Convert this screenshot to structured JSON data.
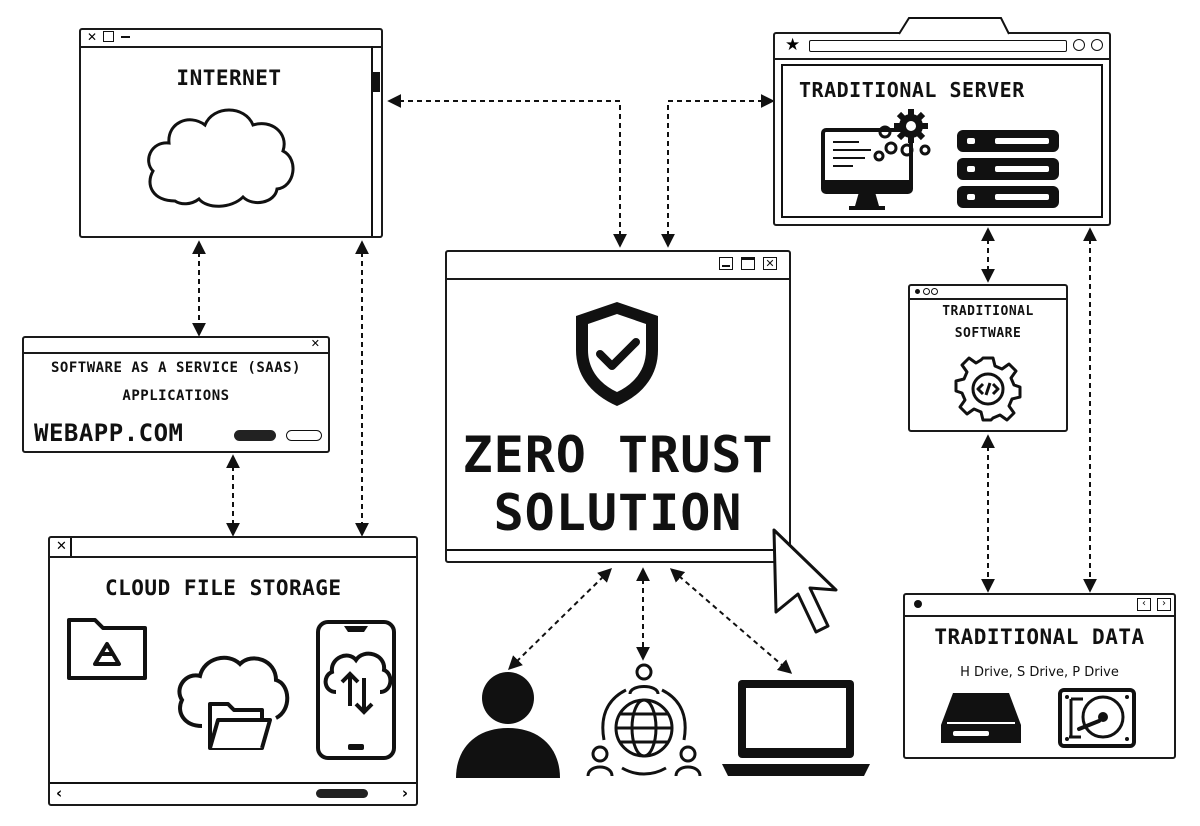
{
  "internet": {
    "title": "INTERNET"
  },
  "saas": {
    "title_line1": "SOFTWARE AS A SERVICE (SAAS)",
    "title_line2": "APPLICATIONS",
    "url": "WEBAPP.COM"
  },
  "cloud_storage": {
    "title": "CLOUD FILE STORAGE"
  },
  "center": {
    "title_line1": "ZERO TRUST",
    "title_line2": "SOLUTION"
  },
  "traditional_server": {
    "title": "TRADITIONAL SERVER"
  },
  "traditional_software": {
    "title_line1": "TRADITIONAL",
    "title_line2": "SOFTWARE"
  },
  "traditional_data": {
    "title": "TRADITIONAL DATA",
    "subtitle": "H Drive, S Drive, P Drive"
  },
  "icons": [
    "cloud-icon",
    "shield-check-icon",
    "computer-monitor-icon",
    "gear-icon",
    "server-rack-icon",
    "code-gear-icon",
    "folder-drive-icon",
    "cloud-folder-icon",
    "phone-cloud-sync-icon",
    "user-icon",
    "globe-network-icon",
    "laptop-icon",
    "hard-drive-icon",
    "hdd-platter-icon",
    "cursor-arrow-icon"
  ]
}
